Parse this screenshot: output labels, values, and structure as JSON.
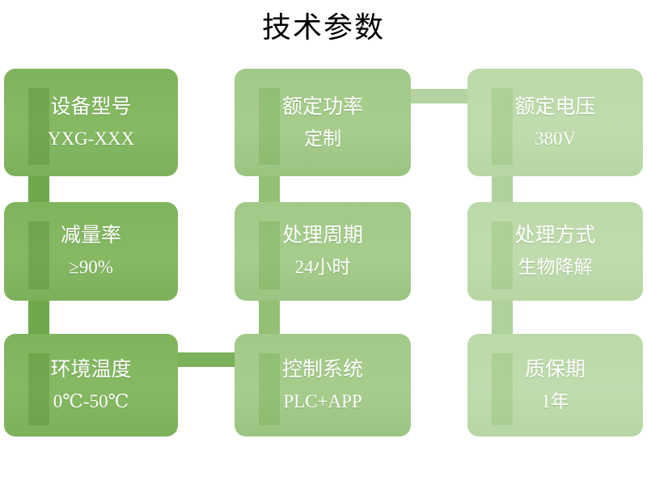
{
  "title": "技术参数",
  "theme": {
    "background": "#ffffff",
    "title_color": "#000000",
    "column_colors": [
      "#7fb45c",
      "#a2c987",
      "#bcd9a9"
    ],
    "connector_colors": [
      "#6fa84b",
      "#93c075",
      "#b0d19b"
    ],
    "horizontal_connector_top": "#b4d3a0",
    "horizontal_connector_bottom": "#7bb15a",
    "text_color": "#ffffff"
  },
  "cards": [
    {
      "id": "device-model",
      "label": "设备型号",
      "value": "YXG-XXX"
    },
    {
      "id": "rated-power",
      "label": "额定功率",
      "value": "定制"
    },
    {
      "id": "rated-voltage",
      "label": "额定电压",
      "value": "380V"
    },
    {
      "id": "reduction-rate",
      "label": "减量率",
      "value": "≥90%"
    },
    {
      "id": "processing-cycle",
      "label": "处理周期",
      "value": "24小时"
    },
    {
      "id": "processing-method",
      "label": "处理方式",
      "value": "生物降解"
    },
    {
      "id": "ambient-temperature",
      "label": "环境温度",
      "value": "0℃-50℃"
    },
    {
      "id": "control-system",
      "label": "控制系统",
      "value": "PLC+APP"
    },
    {
      "id": "warranty-period",
      "label": "质保期",
      "value": "1年"
    }
  ]
}
